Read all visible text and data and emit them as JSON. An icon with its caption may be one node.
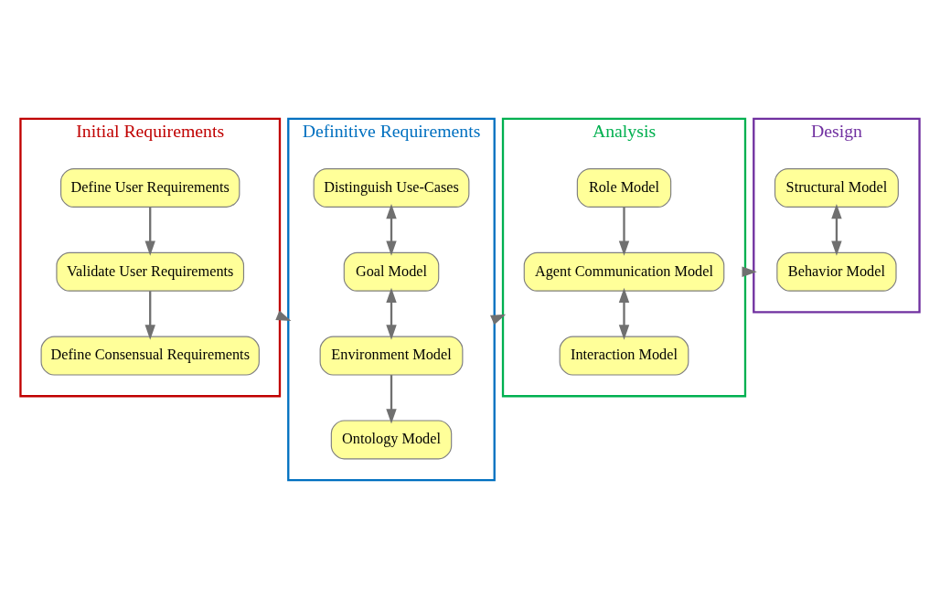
{
  "diagram": {
    "nodes": [
      {
        "text": [
          "Initial Requirements"
        ]
      },
      {
        "text": [
          "Define User Requirements"
        ],
        "in": 0
      },
      {
        "text": [
          "Validate User Requirements"
        ],
        "in": 0
      },
      {
        "text": [
          "Define Consensual Requirements"
        ],
        "in": 0
      },
      {
        "text": [
          "Definitive Requirements"
        ]
      },
      {
        "text": [
          "Distinguish Use-Cases"
        ],
        "in": 4
      },
      {
        "text": [
          "Goal Model"
        ],
        "in": 4
      },
      {
        "text": [
          "Environment Model"
        ],
        "in": 4
      },
      {
        "text": [
          "Ontology Model"
        ],
        "in": 4
      },
      {
        "text": [
          "Analysis"
        ]
      },
      {
        "text": [
          "Role Model"
        ],
        "in": 9
      },
      {
        "text": [
          "Agent Communication Model"
        ],
        "in": 9
      },
      {
        "text": [
          "Interaction Model"
        ],
        "in": 9
      },
      {
        "text": [
          "Design"
        ]
      },
      {
        "text": [
          "Structural Model"
        ],
        "in": 13
      },
      {
        "text": [
          "Behavior Model"
        ],
        "in": 13
      }
    ],
    "edges": [
      {
        "from": 1,
        "to": 2,
        "arrow": "to"
      },
      {
        "from": 2,
        "to": 3,
        "arrow": "to"
      },
      {
        "from": 0,
        "to": 4,
        "arrow": "to"
      },
      {
        "from": 5,
        "to": 6,
        "arrow": "both"
      },
      {
        "from": 6,
        "to": 7,
        "arrow": "both"
      },
      {
        "from": 7,
        "to": 8,
        "arrow": "to"
      },
      {
        "from": 4,
        "to": 9,
        "arrow": "to"
      },
      {
        "from": 10,
        "to": 11,
        "arrow": "to"
      },
      {
        "from": 11,
        "to": 12,
        "arrow": "both"
      },
      {
        "from": 9,
        "to": 13,
        "arrow": "to"
      },
      {
        "from": 14,
        "to": 15,
        "arrow": "both"
      }
    ]
  }
}
